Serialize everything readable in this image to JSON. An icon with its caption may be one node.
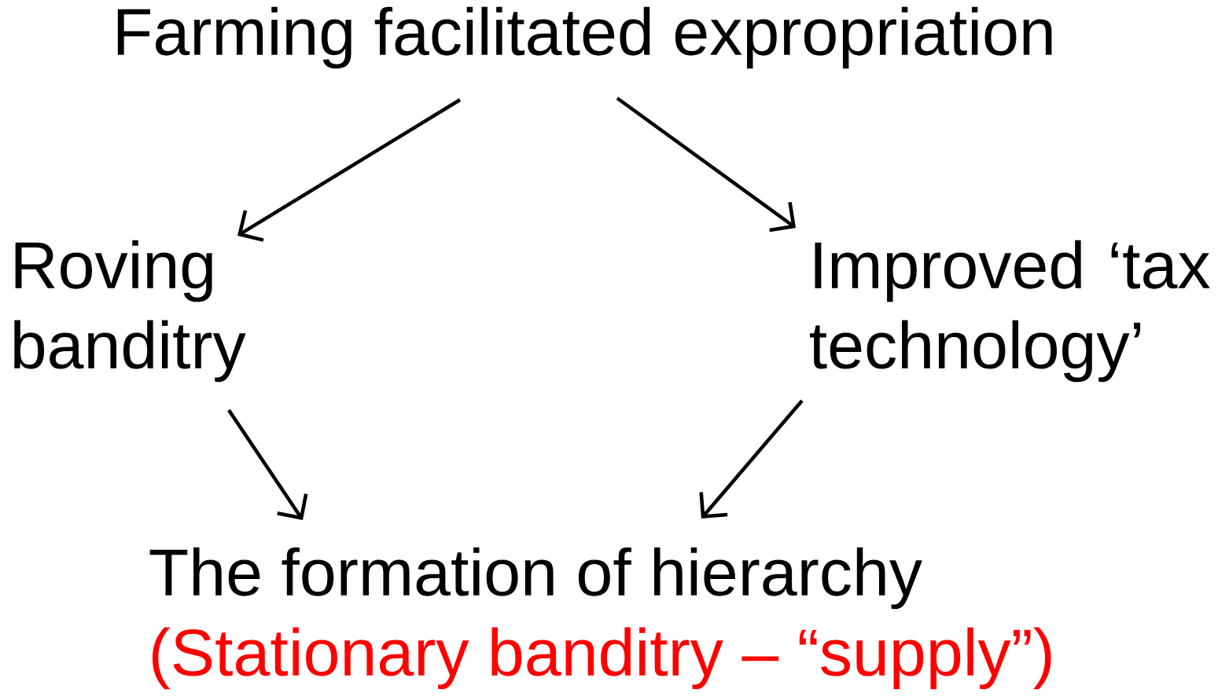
{
  "diagram": {
    "nodes": [
      {
        "text": [
          "Farming facilitated expropriation"
        ]
      },
      {
        "text": [
          "Roving banditry"
        ]
      },
      {
        "text": [
          "Improved ‘tax technology’"
        ]
      },
      {
        "text": [
          "The formation of hierarchy",
          "(Stationary banditry – “supply”)"
        ]
      }
    ],
    "edges": [
      {
        "from": 0,
        "to": 1,
        "arrow": "to"
      },
      {
        "from": 0,
        "to": 2,
        "arrow": "to"
      },
      {
        "from": 1,
        "to": 3,
        "arrow": "to"
      },
      {
        "from": 2,
        "to": 3,
        "arrow": "to"
      }
    ]
  }
}
